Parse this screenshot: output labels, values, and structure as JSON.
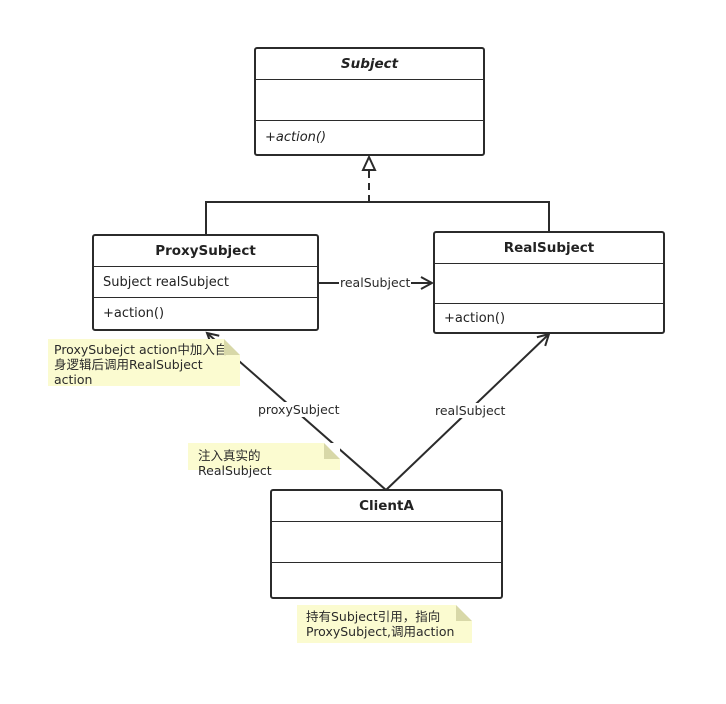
{
  "classes": {
    "subject": {
      "name": "Subject",
      "attributes": "",
      "operations": "+action()"
    },
    "proxy_subject": {
      "name": "ProxySubject",
      "attributes": "Subject realSubject",
      "operations": "+action()"
    },
    "real_subject": {
      "name": "RealSubject",
      "attributes": "",
      "operations": "+action()"
    },
    "client_a": {
      "name": "ClientA",
      "attributes": "",
      "operations": ""
    }
  },
  "edges": {
    "proxy_to_real": "realSubject",
    "client_to_proxy": "proxySubject",
    "client_to_real": "realSubject"
  },
  "notes": {
    "proxy_note_line1": "ProxySubejct action中加入自",
    "proxy_note_line2": "身逻辑后调用RealSubject",
    "proxy_note_line3": "action",
    "inject_note": "注入真实的RealSubject",
    "client_note_line1": "持有Subject引用，指向",
    "client_note_line2": "ProxySubject,调用action"
  },
  "colors": {
    "line": "#2b2b2b",
    "note": "#fbfbd0",
    "note_fold": "#d8d8a8"
  }
}
